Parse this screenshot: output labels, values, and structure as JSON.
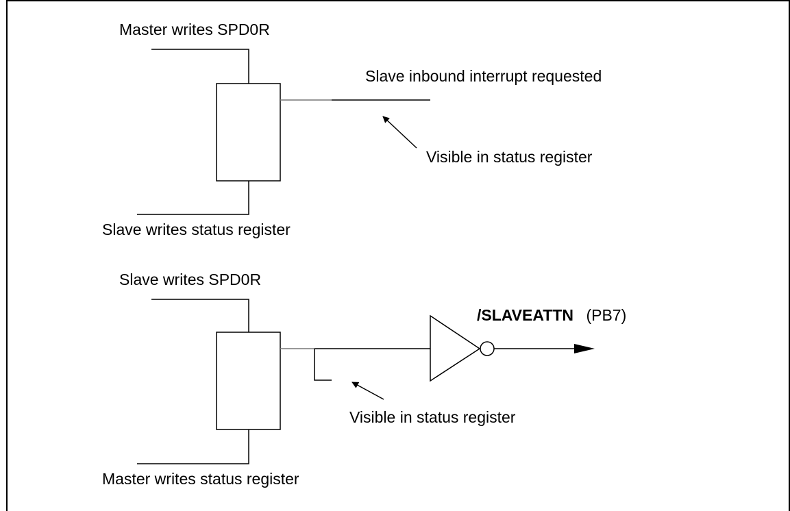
{
  "top_diagram": {
    "input_label": "Master writes SPD0R",
    "clear_label": "Slave writes status register",
    "output_label": "Slave inbound interrupt requested",
    "status_note": "Visible in status register"
  },
  "bottom_diagram": {
    "input_label": "Slave writes SPD0R",
    "clear_label": "Master writes status register",
    "signal_name": "/SLAVEATTN",
    "signal_pin": "(PB7)",
    "status_note": "Visible in status register"
  }
}
